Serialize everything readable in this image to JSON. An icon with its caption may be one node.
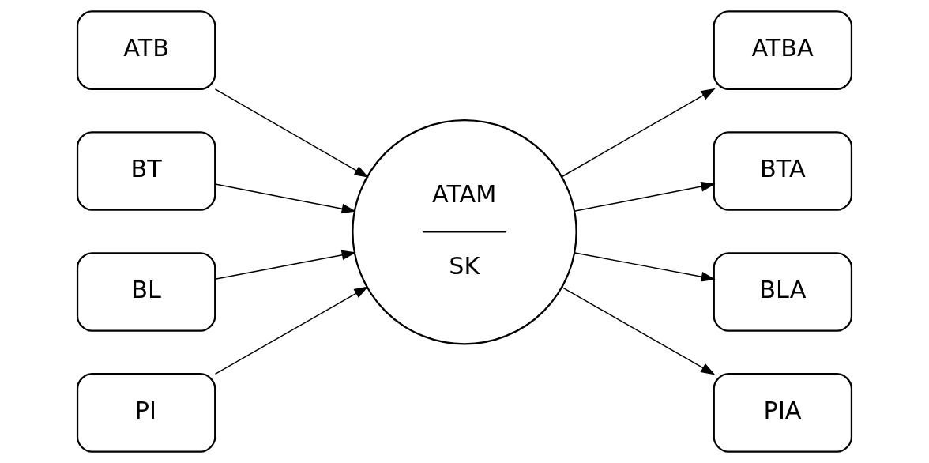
{
  "diagram": {
    "nodes": [
      {
        "text": [
          "ATB"
        ]
      },
      {
        "text": [
          "BT"
        ]
      },
      {
        "text": [
          "BL"
        ]
      },
      {
        "text": [
          "PI"
        ]
      },
      {
        "text": [
          "ATAM",
          "SK"
        ]
      },
      {
        "text": [
          "ATBA"
        ]
      },
      {
        "text": [
          "BTA"
        ]
      },
      {
        "text": [
          "BLA"
        ]
      },
      {
        "text": [
          "PIA"
        ]
      }
    ],
    "edges": [
      {
        "from": 0,
        "to": 4,
        "arrow": "to"
      },
      {
        "from": 1,
        "to": 4,
        "arrow": "to"
      },
      {
        "from": 2,
        "to": 4,
        "arrow": "to"
      },
      {
        "from": 3,
        "to": 4,
        "arrow": "to"
      },
      {
        "from": 4,
        "to": 5,
        "arrow": "to"
      },
      {
        "from": 4,
        "to": 6,
        "arrow": "to"
      },
      {
        "from": 4,
        "to": 7,
        "arrow": "to"
      },
      {
        "from": 4,
        "to": 8,
        "arrow": "to"
      }
    ]
  }
}
